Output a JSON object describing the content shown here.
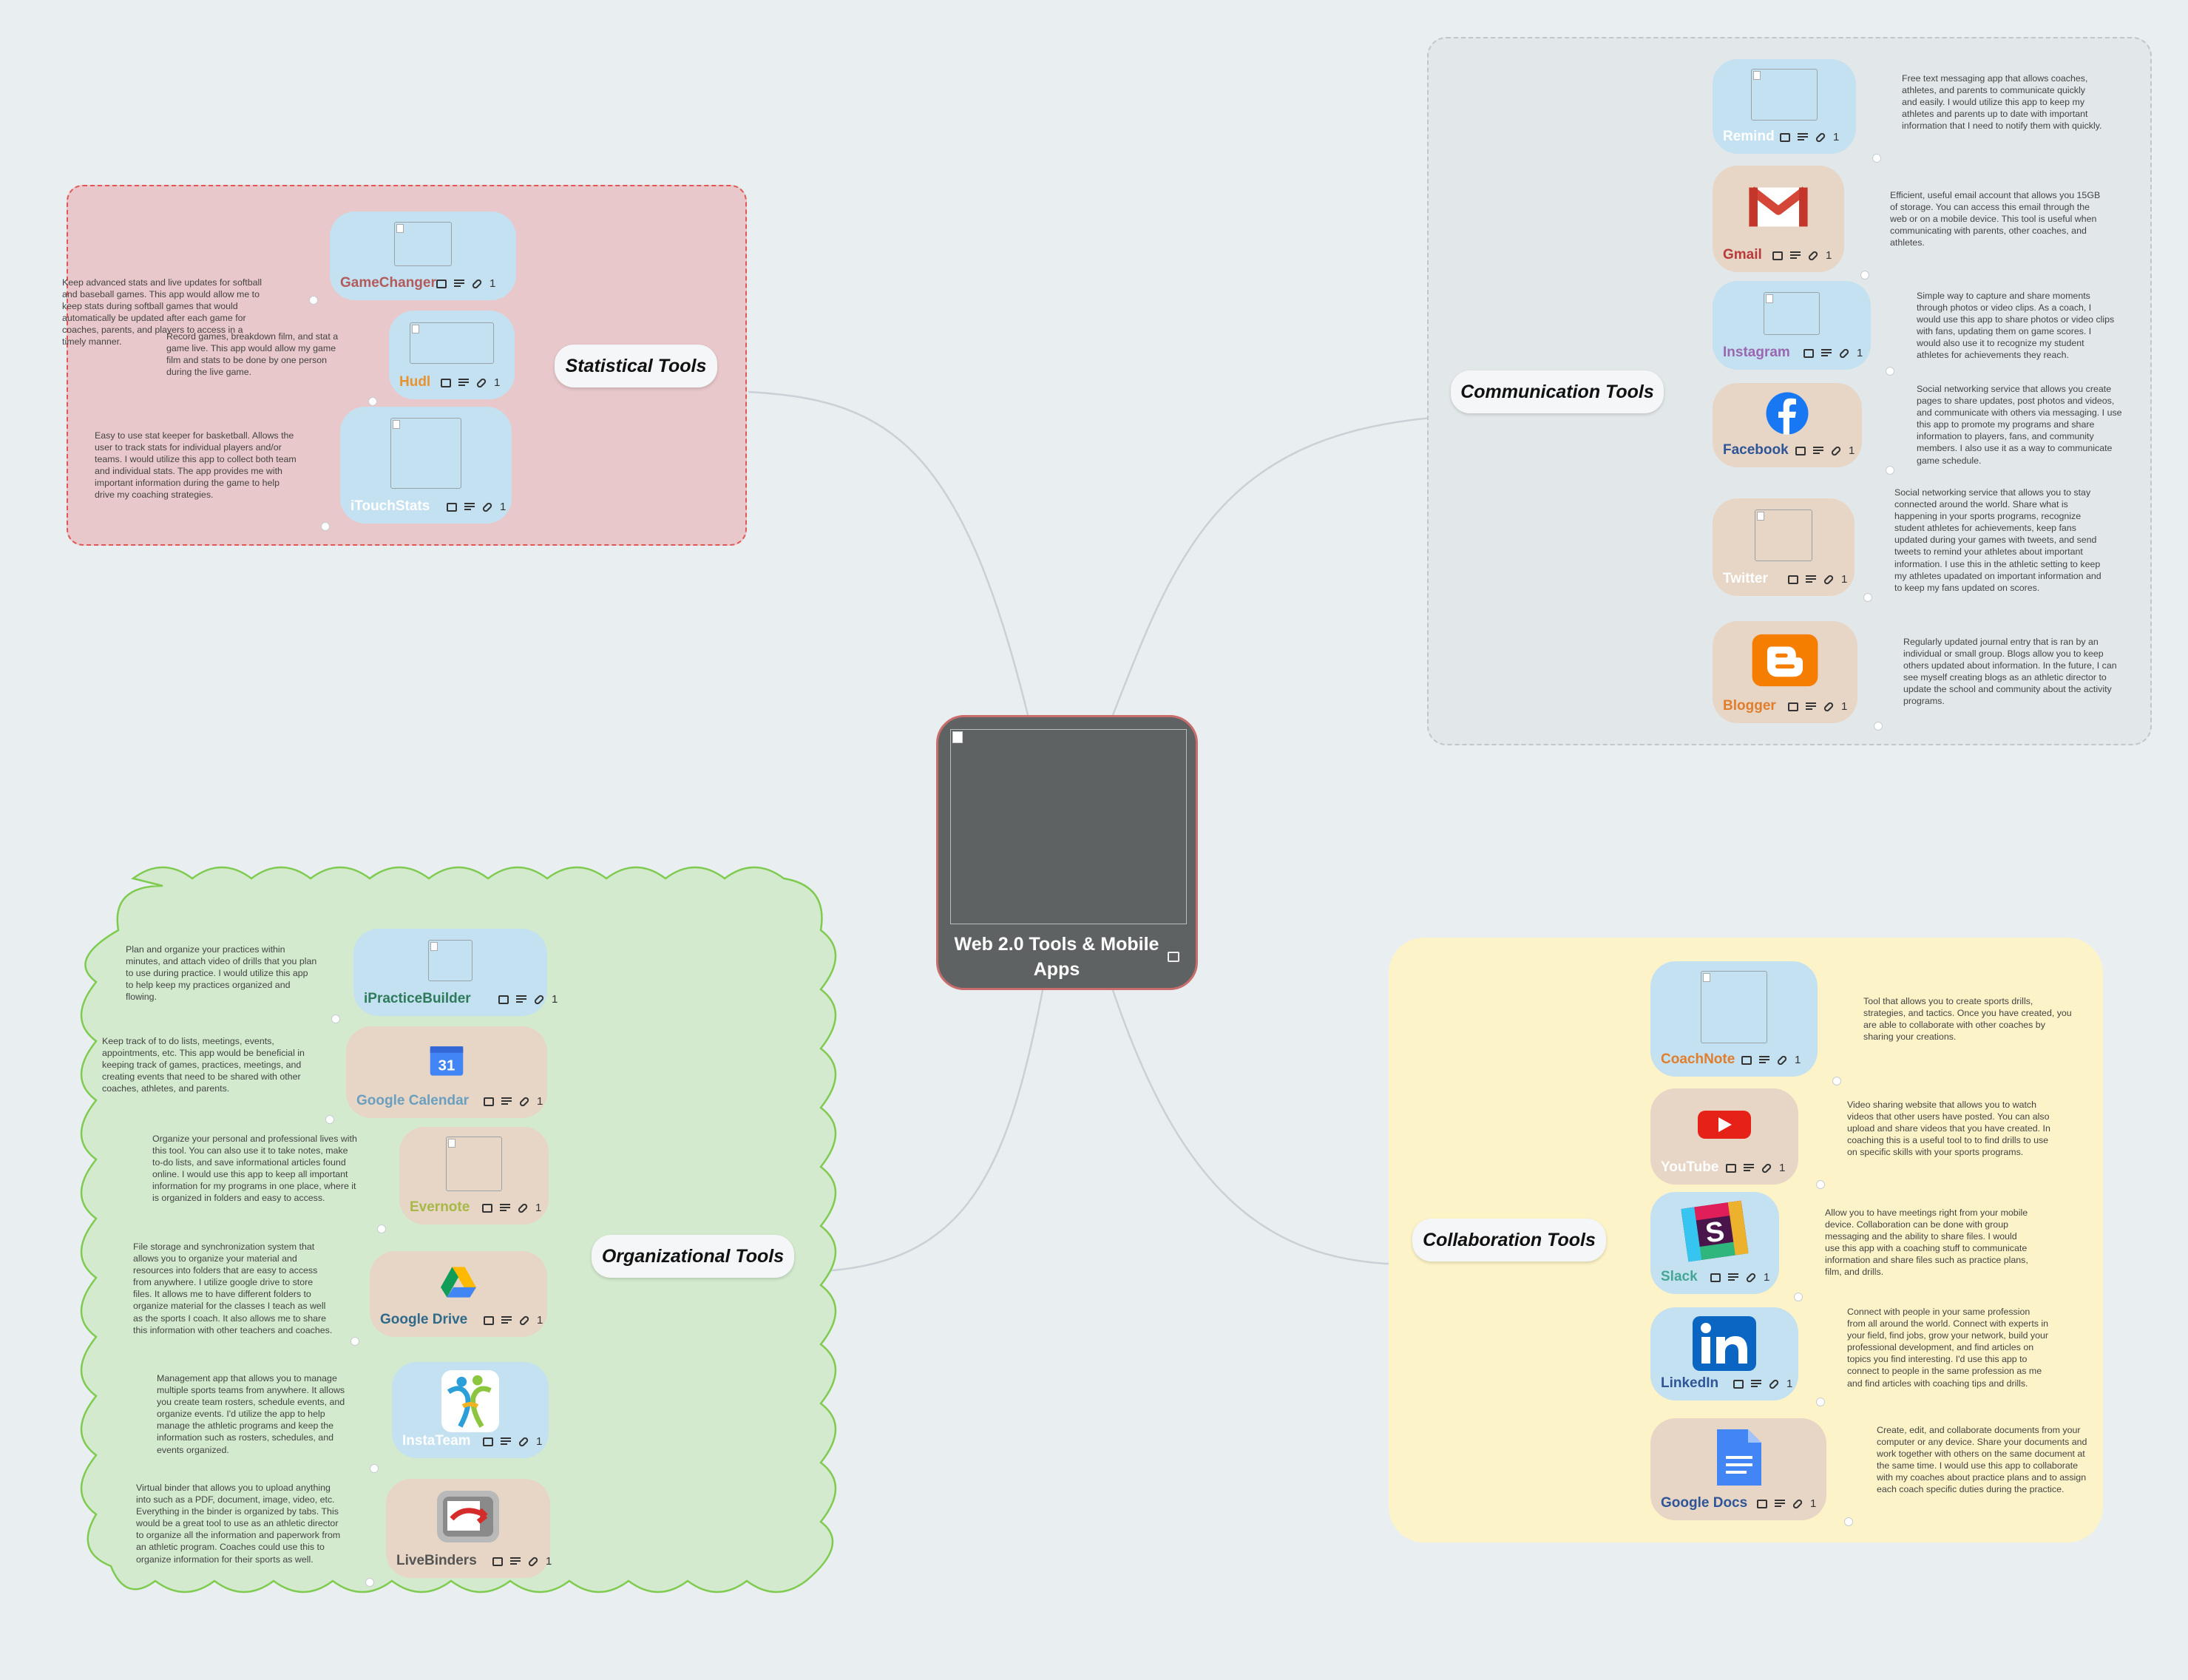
{
  "central_topic": {
    "title": "Web 2.0 Tools & Mobile Apps"
  },
  "branches": {
    "statistical": {
      "title": "Statistical Tools",
      "items": [
        {
          "name": "GameChanger",
          "link_count": "1",
          "description": "Keep advanced stats and live updates for softball and baseball games.  This app would allow me to keep stats during softball games that would automatically be updated after each game for coaches, parents, and players to access in a timely manner."
        },
        {
          "name": "Hudl",
          "link_count": "1",
          "description": "Record games, breakdown film, and stat a game live. This app would allow my game film and stats to be done by one person during the live game."
        },
        {
          "name": "iTouchStats",
          "link_count": "1",
          "description": "Easy to use stat keeper for basketball.  Allows the user to track stats for individual players and/or teams.  I would utilize this app to collect both team and individual stats.  The app provides me with important information during the game to help drive my coaching strategies."
        }
      ]
    },
    "communication": {
      "title": "Communication Tools",
      "items": [
        {
          "name": "Remind",
          "link_count": "1",
          "description": "Free text messaging app that allows coaches, athletes, and parents to communicate quickly and easily.  I would utilize this app to keep my athletes and parents up to date with important information that I need to notify them with quickly."
        },
        {
          "name": "Gmail",
          "link_count": "1",
          "description": "Efficient, useful email account that allows you 15GB of storage.  You can access this email through the web or on a mobile device. This tool is useful when communicating with parents, other coaches, and athletes."
        },
        {
          "name": "Instagram",
          "link_count": "1",
          "description": "Simple way to capture and share moments through photos or video clips.  As a coach, I would use this app to share photos or video clips with fans, updating them on game scores.  I would also use it to recognize my student athletes for achievements they reach."
        },
        {
          "name": "Facebook",
          "link_count": "1",
          "description": "Social networking service that allows you create pages to share updates, post photos and videos, and communicate with others via messaging.  I use this app to promote my programs and share information to players, fans, and community members.  I also use it as a way to communicate game schedule."
        },
        {
          "name": "Twitter",
          "link_count": "1",
          "description": "Social networking service that allows you to stay connected around the world.  Share what is happening in your sports programs, recognize student athletes for achievements,  keep fans updated during your games with tweets, and send tweets to remind your athletes about important information.  I use this in the athletic setting to keep my athletes upadated on important information and to keep my fans updated on scores."
        },
        {
          "name": "Blogger",
          "link_count": "1",
          "description": "Regularly updated journal entry that is ran by an individual or small group.  Blogs allow you to keep others updated about information.  In the future, I can see myself creating blogs as an athletic director to update the school and community about the activity programs."
        }
      ]
    },
    "organizational": {
      "title": "Organizational Tools",
      "items": [
        {
          "name": "iPracticeBuilder",
          "link_count": "1",
          "description": "Plan and organize your practices within minutes, and attach video of drills that you plan to use during practice.  I would utilize this app to help keep my practices organized and flowing."
        },
        {
          "name": "Google Calendar",
          "link_count": "1",
          "description": "Keep track of to do lists, meetings, events, appointments, etc.  This app would be beneficial in keeping track of games, practices, meetings, and creating events that need to be shared with other coaches, athletes, and parents."
        },
        {
          "name": "Evernote",
          "link_count": "1",
          "description": "Organize your personal and professional lives with this tool.  You can also use it to take notes, make to-do lists, and save informational articles found online.  I would use this app to keep all important information for my programs in one place, where it is organized in folders and easy to access."
        },
        {
          "name": "Google Drive",
          "link_count": "1",
          "description": "File storage and synchronization system that allows you to organize your material and resources into folders that are easy to access from anywhere.  I utilize google drive to store files.  It allows me to have different folders to organize material for the classes I teach as well as the sports I coach. It also allows me to share this information with other teachers and coaches."
        },
        {
          "name": "InstaTeam",
          "link_count": "1",
          "description": "Management app that allows you to manage multiple sports teams from anywhere.  It allows you create team rosters, schedule events, and organize events. I'd utilize the app to help manage the athletic programs and keep the information such as rosters, schedules, and events organized."
        },
        {
          "name": "LiveBinders",
          "link_count": "1",
          "description": "Virtual binder that allows you to upload anything into such as a PDF, document, image, video, etc.  Everything in the binder is organized by tabs.  This would be a great tool to use as an athletic director to organize all the information and paperwork from an athletic program.  Coaches could use this to organize information for their sports as well."
        }
      ]
    },
    "collaboration": {
      "title": "Collaboration Tools",
      "items": [
        {
          "name": "CoachNote",
          "link_count": "1",
          "description": "Tool that allows you to create sports drills, strategies, and tactics.  Once you have created, you are able to collaborate with other coaches by sharing your creations."
        },
        {
          "name": "YouTube",
          "link_count": "1",
          "description": "Video sharing website that allows you to watch videos that other users have posted.  You can also upload and share videos that you have created.  In coaching this is a useful tool to to find drills to use on specific skills with your sports programs."
        },
        {
          "name": "Slack",
          "link_count": "1",
          "description": "Allow you to have meetings right from your mobile device. Collaboration can be done with group messaging and the ability to share files.  I would use this app with a coaching stuff to communicate information and share files such as practice plans, film, and drills."
        },
        {
          "name": "LinkedIn",
          "link_count": "1",
          "description": "Connect with people in your same profession from all around the world.  Connect with experts in your field, find jobs, grow your network, build your professional development, and find articles on topics you find interesting.  I'd use this app to connect to people in the same profession as me and find articles with coaching tips and drills."
        },
        {
          "name": "Google Docs",
          "link_count": "1",
          "description": "Create, edit, and collaborate documents from your computer or any device.  Share your documents and work together with others on the same document at the same time.  I would use this app to collaborate with my coaches about practice plans and to assign each coach specific duties during the practice."
        }
      ]
    }
  },
  "colors": {
    "background": "#e9eef1",
    "card_blue": "#c3e1f1",
    "card_tan": "#e7d6c6",
    "statistical_region": "#e8c8ca",
    "statistical_border": "#e05757",
    "communication_region": "#e2e7ea",
    "organizational_region": "#d3eace",
    "organizational_border": "#7fcb50",
    "collaboration_region": "#fdf3c8",
    "central_fill": "#5f6263",
    "central_border": "#c96c6c"
  },
  "icons": {
    "image": "image-icon",
    "notes": "notes-icon",
    "link": "link-icon"
  }
}
